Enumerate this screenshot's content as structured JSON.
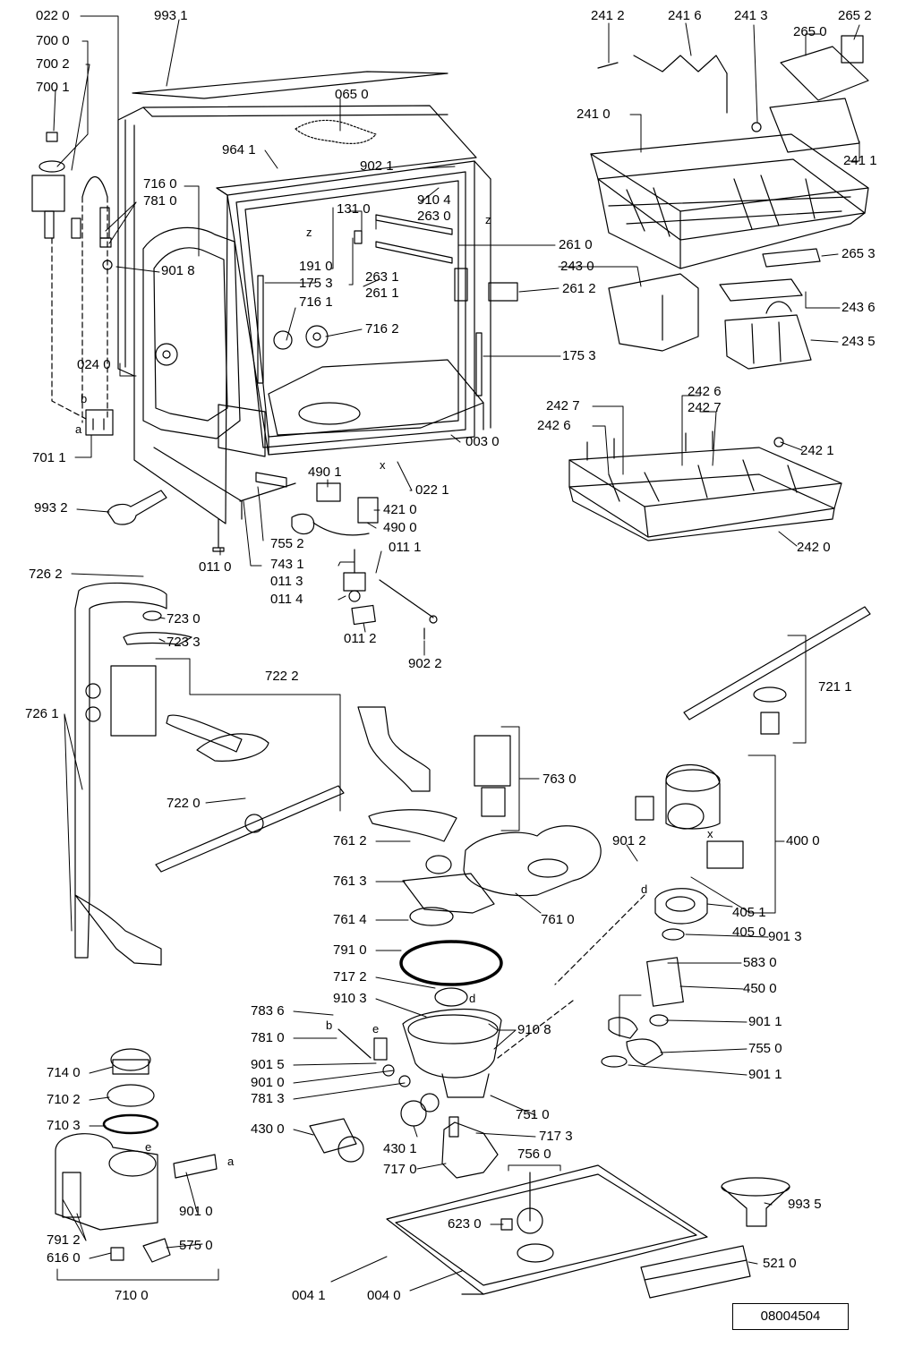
{
  "document_id": "08004504",
  "callouts": [
    "022 0",
    "993 1",
    "700 0",
    "700 2",
    "700 1",
    "065 0",
    "964 1",
    "902 1",
    "716 0",
    "781 0",
    "910 4",
    "131 0",
    "263 0",
    "901 8",
    "191 0",
    "175 3",
    "263 1",
    "261 1",
    "716 1",
    "716 2",
    "024 0",
    "701 1",
    "993 2",
    "490 1",
    "421 0",
    "490 0",
    "003 0",
    "022 1",
    "011 0",
    "755 2",
    "743 1",
    "011 1",
    "011 3",
    "011 4",
    "011 2",
    "902 2",
    "241 2",
    "241 6",
    "241 3",
    "265 2",
    "265 0",
    "241 0",
    "241 1",
    "261 0",
    "261 2",
    "243 0",
    "243 6",
    "243 5",
    "265 3",
    "175 3",
    "242 7",
    "242 6",
    "242 6",
    "242 7",
    "242 1",
    "242 0",
    "726 2",
    "723 0",
    "723 3",
    "722 2",
    "726 1",
    "722 0",
    "721 1",
    "763 0",
    "761 2",
    "761 3",
    "761 4",
    "761 0",
    "400 0",
    "901 2",
    "405 1",
    "405 0",
    "901 3",
    "791 0",
    "717 2",
    "910 3",
    "910 8",
    "583 0",
    "450 0",
    "783 6",
    "781 0",
    "901 5",
    "901 0",
    "781 3",
    "901 1",
    "755 0",
    "901 1",
    "751 0",
    "714 0",
    "710 2",
    "710 3",
    "430 0",
    "430 1",
    "717 3",
    "756 0",
    "717 0",
    "791 2",
    "616 0",
    "901 0",
    "575 0",
    "623 0",
    "993 5",
    "521 0",
    "710 0",
    "004 1",
    "004 0"
  ],
  "marks": [
    "z",
    "z",
    "b",
    "a",
    "x",
    "x",
    "d",
    "d",
    "e",
    "b",
    "e",
    "a"
  ]
}
